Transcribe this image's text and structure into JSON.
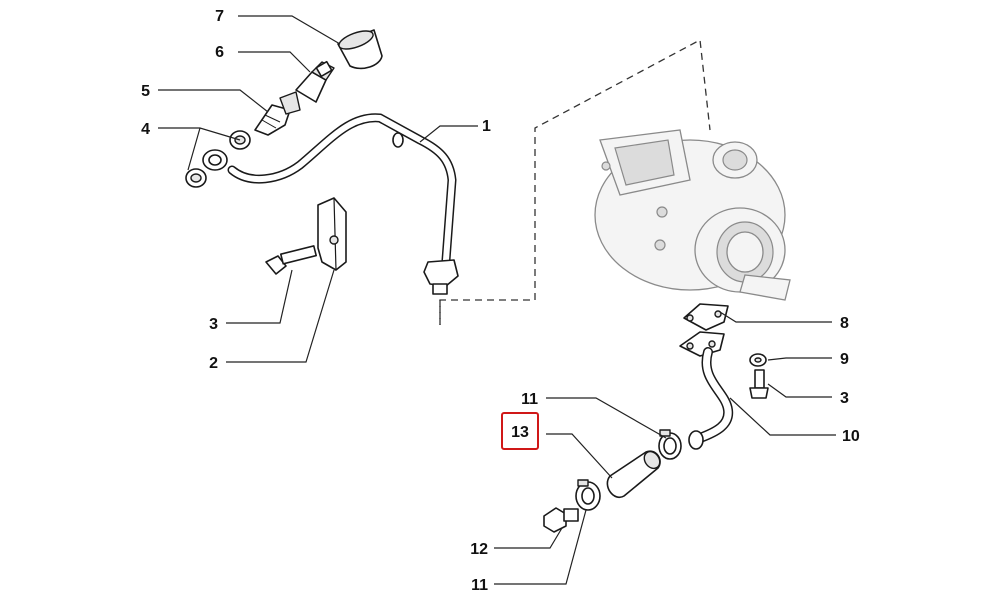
{
  "labels": {
    "n1": "1",
    "n2": "2",
    "n3a": "3",
    "n3b": "3",
    "n4": "4",
    "n5": "5",
    "n6": "6",
    "n7": "7",
    "n8": "8",
    "n9": "9",
    "n10": "10",
    "n11a": "11",
    "n11b": "11",
    "n12": "12",
    "n13": "13"
  },
  "highlighted_label": "13",
  "colors": {
    "highlight": "#d01818",
    "ink": "#1a1a1a",
    "turbo": "#8a8a8a"
  }
}
